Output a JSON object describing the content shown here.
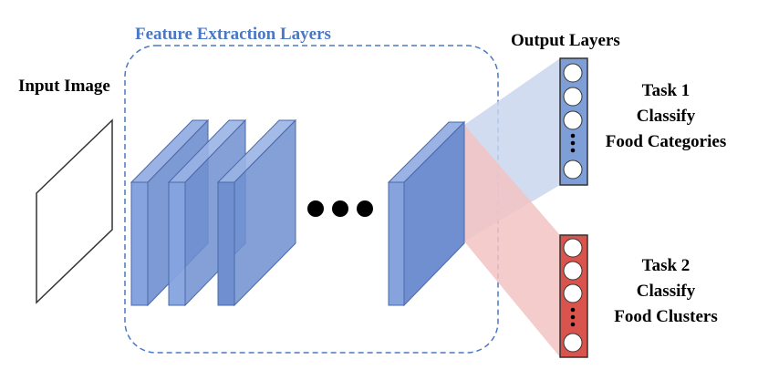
{
  "labels": {
    "feature_extraction": "Feature Extraction Layers",
    "input_image": "Input Image",
    "output_layers": "Output Layers"
  },
  "task1": {
    "line1": "Task 1",
    "line2": "Classify",
    "line3": "Food Categories"
  },
  "task2": {
    "line1": "Task 2",
    "line2": "Classify",
    "line3": "Food Clusters"
  },
  "colors": {
    "layer_fill": "#6f8fd0",
    "layer_front": "#86a3de",
    "layer_edge": "#4a6aa8",
    "task1_fill": "#7e9ed8",
    "task1_projection": "#c9d6ee",
    "task2_fill": "#d9544c",
    "task2_projection": "#f2c3c3",
    "dashed_box": "#4a78c4",
    "feature_label": "#4a78c4"
  }
}
